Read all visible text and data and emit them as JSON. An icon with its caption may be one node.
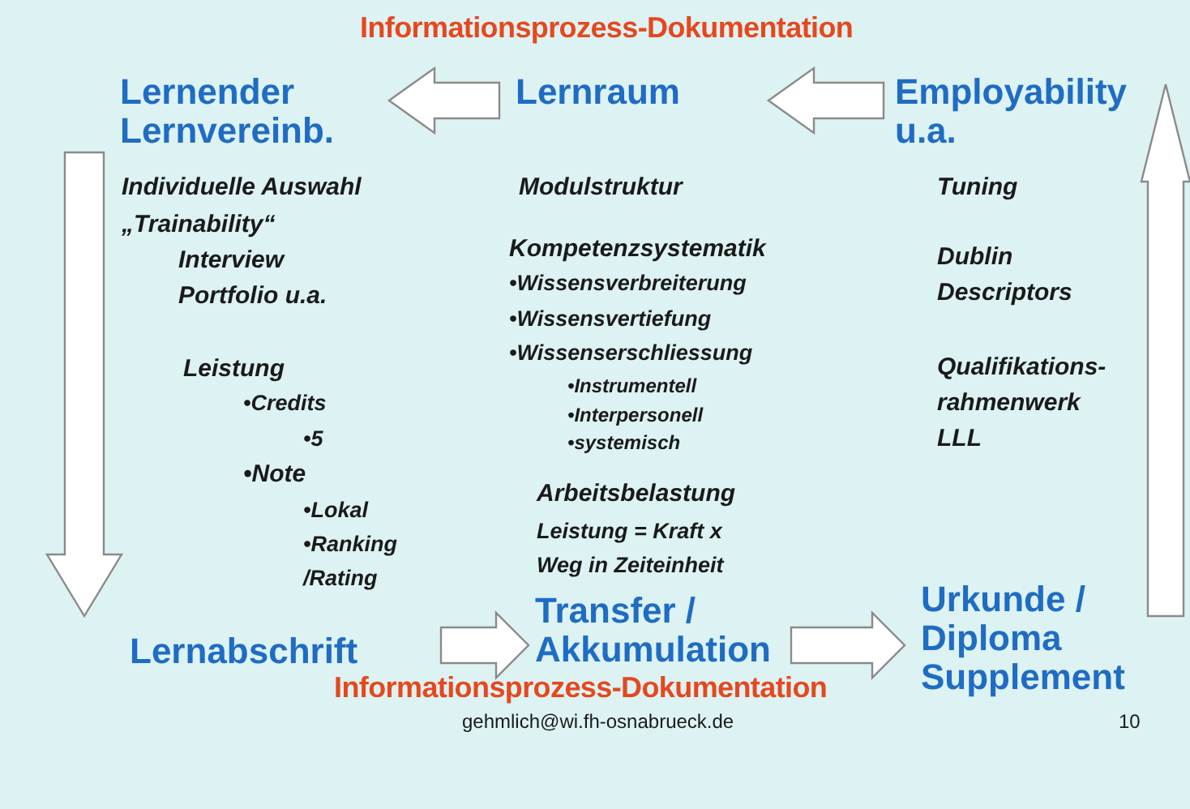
{
  "diagram": {
    "title": "Informationsprozess-Dokumentation",
    "nodes": [
      {
        "text": [
          "Lernender Lernvereinb."
        ]
      },
      {
        "text": [
          "Lernraum"
        ]
      },
      {
        "text": [
          "Employability u.a."
        ]
      },
      {
        "text": [
          "Lernabschrift"
        ]
      },
      {
        "text": [
          "Transfer / Akkumulation"
        ]
      },
      {
        "text": [
          "Urkunde / Diploma Supplement"
        ]
      }
    ],
    "edges": [
      {
        "from": 1,
        "to": 0,
        "arrow": "to"
      },
      {
        "from": 2,
        "to": 1,
        "arrow": "to"
      },
      {
        "from": 0,
        "to": 3,
        "arrow": "to"
      },
      {
        "from": 3,
        "to": 4,
        "arrow": "to"
      },
      {
        "from": 4,
        "to": 5,
        "arrow": "to"
      },
      {
        "from": 5,
        "to": 2,
        "arrow": "to"
      }
    ],
    "labels": [
      "Individuelle Auswahl",
      "„Trainability“",
      "Interview",
      "Portfolio u.a.",
      "Leistung",
      "•Credits",
      "•5",
      "•Note",
      "•Lokal",
      "•Ranking",
      "/Rating",
      "Modulstruktur",
      "Kompetenzsystematik",
      "•Wissensverbreiterung",
      "•Wissensvertiefung",
      "•Wissenserschliessung",
      "•Instrumentell",
      "•Interpersonell",
      "•systemisch",
      "Arbeitsbelastung",
      "Leistung = Kraft x",
      "Weg in Zeiteinheit",
      "Tuning",
      "Dublin Descriptors",
      "Qualifikations- rahmenwerk LLL",
      "Informationsprozess-Dokumentation",
      "gehmlich@wi.fh-osnabrueck.de",
      "10"
    ]
  }
}
